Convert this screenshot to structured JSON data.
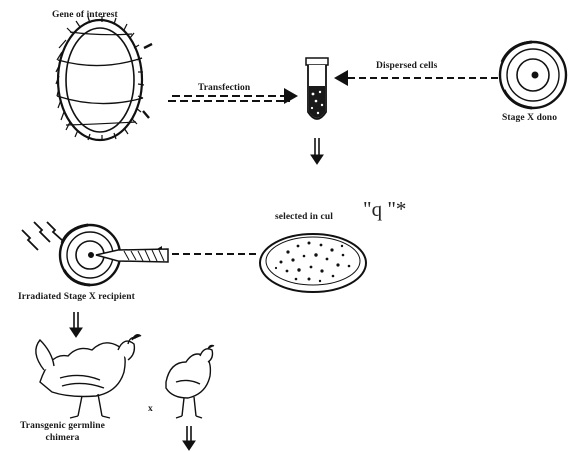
{
  "labels": {
    "gene_of_interest": "Gene of interest",
    "transfection": "Transfection",
    "dispersed_cells": "Dispersed cells",
    "stage_x_donor": "Stage X dono",
    "selected_in_culture": "selected in cul",
    "stray_mark": "\"q \"*",
    "irradiated_recipient": "Irradiated Stage X recipient",
    "transgenic_chimeras": "Transgenic germline chimera",
    "cross_symbol": "x"
  },
  "icons": [
    "plasmid-icon",
    "test-tube-icon",
    "embryo-icon",
    "petri-dish-icon",
    "lightning-icon",
    "rooster-icon",
    "hen-icon",
    "down-arrow-icon"
  ]
}
